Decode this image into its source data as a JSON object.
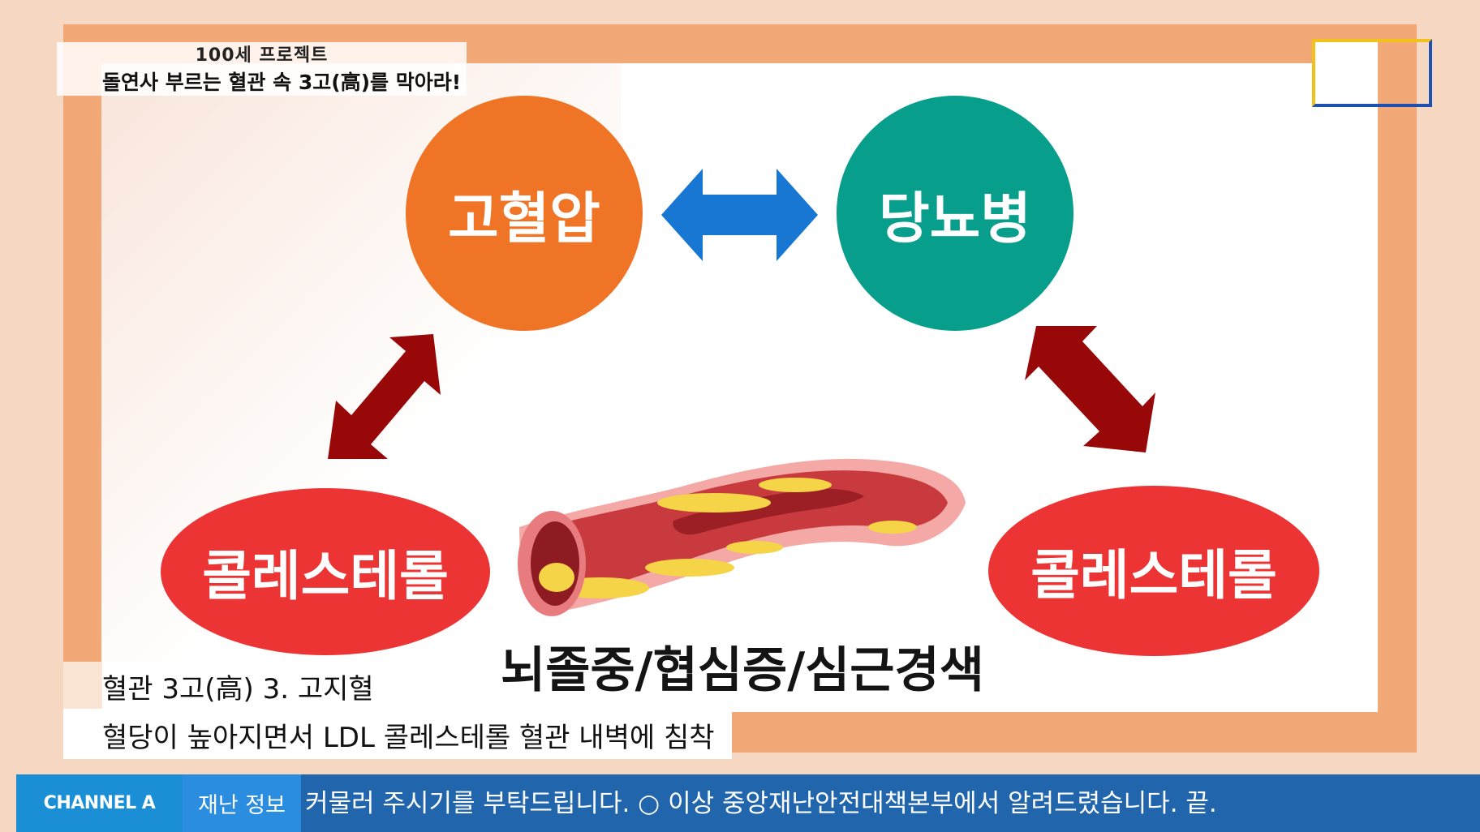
{
  "program": {
    "name": "100세 프로젝트",
    "subtitle": "돌연사 부르는 혈관 속 3고(高)를 막아라!"
  },
  "diagram": {
    "top_left": "고혈압",
    "top_right": "당뇨병",
    "bottom_left": "콜레스테롤",
    "bottom_right": "콜레스테롤",
    "caption": "뇌졸중/협심증/심근경색",
    "colors": {
      "orange": "#f07425",
      "teal": "#089e8c",
      "red": "#ec3434",
      "blue_arrow": "#1877d2",
      "dark_red_arrow": "#980808"
    }
  },
  "lower_third": {
    "title": "혈관 3고(高) 3. 고지혈",
    "subtitle": "혈당이 높아지면서 LDL 콜레스테롤 혈관 내벽에 침착"
  },
  "ticker": {
    "channel": "CHANNEL A",
    "label": "재난 정보",
    "text": "커물러 주시기를 부탁드립니다. ○ 이상 중앙재난안전대책본부에서 알려드렸습니다.  끝."
  }
}
